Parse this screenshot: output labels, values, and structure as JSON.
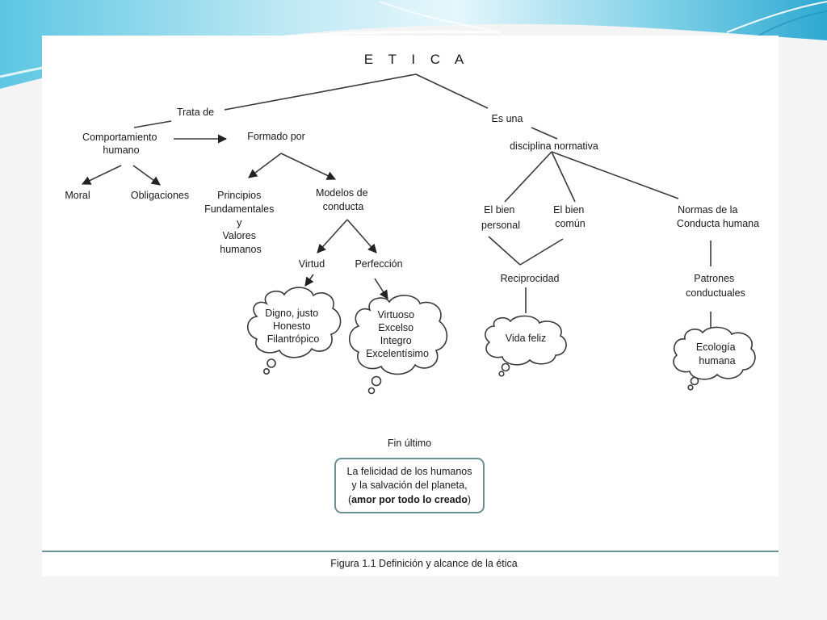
{
  "diagram": {
    "title": "E T I C A",
    "nodes": {
      "trata_de": "Trata de",
      "es_una": "Es una",
      "comportamiento": [
        "Comportamiento",
        "humano"
      ],
      "formado_por": "Formado por",
      "disciplina": "disciplina normativa",
      "moral": "Moral",
      "obligaciones": "Obligaciones",
      "principios": [
        "Principios",
        "Fundamentales",
        "y",
        "Valores",
        "humanos"
      ],
      "modelos": [
        "Modelos de",
        "conducta"
      ],
      "virtud": "Virtud",
      "perfeccion": "Perfección",
      "bien_personal": [
        "El bien",
        "personal"
      ],
      "bien_comun": [
        "El bien",
        "común"
      ],
      "normas": [
        "Normas de la",
        "Conducta humana"
      ],
      "reciprocidad": "Reciprocidad",
      "patrones": [
        "Patrones",
        "conductuales"
      ],
      "fin_ultimo": "Fin último"
    },
    "clouds": {
      "virtud": [
        "Digno, justo",
        "Honesto",
        "Filantrópico"
      ],
      "perfeccion": [
        "Virtuoso",
        "Excelso",
        "Integro",
        "Excelentísimo"
      ],
      "vida_feliz": [
        "Vida feliz"
      ],
      "ecologia": [
        "Ecología",
        "humana"
      ]
    },
    "fin_box": {
      "line1": "La felicidad de los humanos",
      "line2": "y la salvación del planeta,",
      "line3_open": "(",
      "line3_bold": "amor por todo lo creado",
      "line3_close": ")"
    },
    "caption": "Figura 1.1 Definición y alcance de la ética"
  },
  "colors": {
    "banner_light": "#cfeef6",
    "banner_mid": "#8fd6ea",
    "banner_dark": "#35b3d6",
    "page_bg": "#f5f5f5",
    "card_bg": "#ffffff",
    "box_border": "#6c8f96"
  }
}
